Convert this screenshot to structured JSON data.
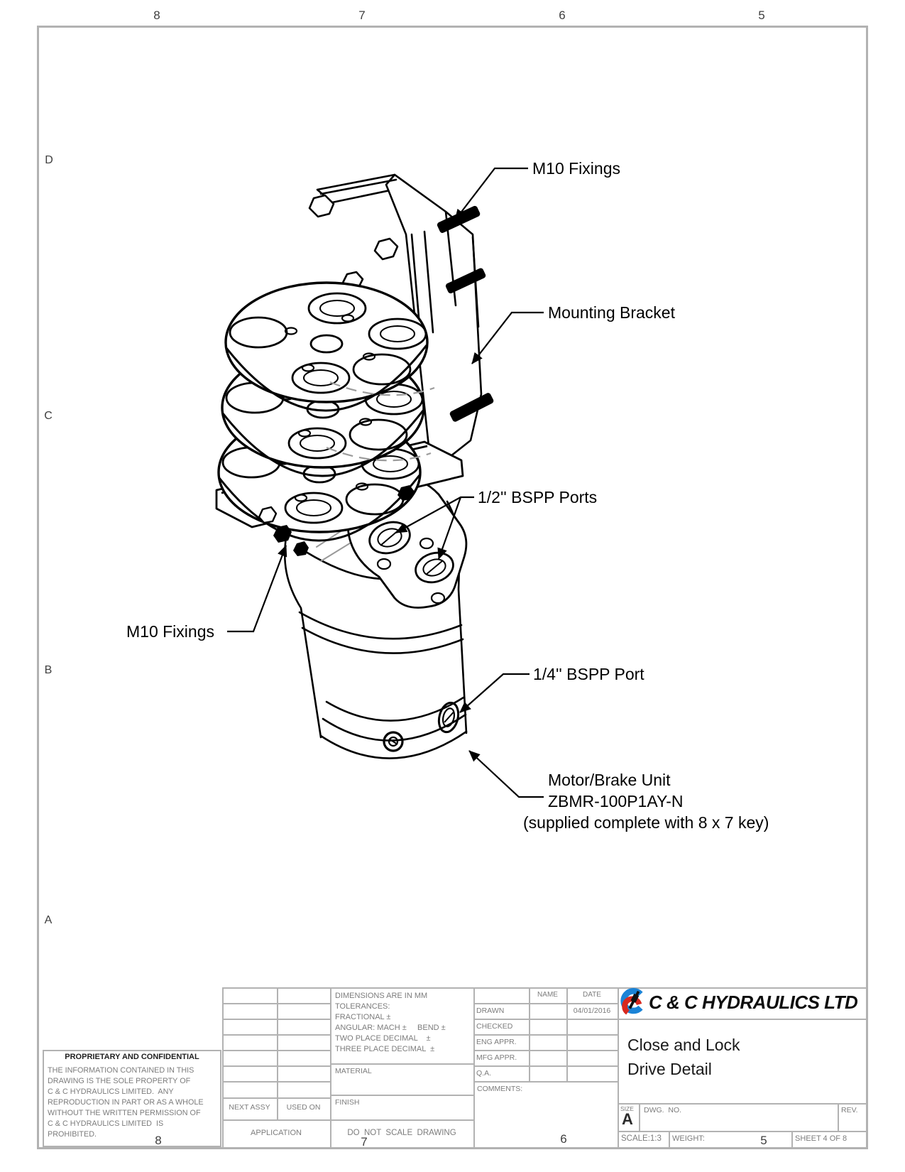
{
  "grid_labels": {
    "top": [
      "8",
      "7",
      "6",
      "5"
    ],
    "bottom": [
      "8",
      "7",
      "6",
      "5"
    ],
    "left": [
      "D",
      "C",
      "B",
      "A"
    ]
  },
  "callouts": {
    "m10_fixings_top": "M10 Fixings",
    "mounting_bracket": "Mounting Bracket",
    "half_bspp_ports": "1/2'' BSPP Ports",
    "m10_fixings_left": "M10 Fixings",
    "quarter_bspp_port": "1/4'' BSPP Port",
    "motor_brake_line1": "Motor/Brake Unit",
    "motor_brake_line2": "ZBMR-100P1AY-N",
    "motor_brake_line3": "(supplied complete with 8 x 7 key)"
  },
  "title_block": {
    "proprietary_heading": "PROPRIETARY AND CONFIDENTIAL",
    "proprietary_lines": [
      "THE INFORMATION CONTAINED IN THIS",
      "DRAWING IS THE SOLE PROPERTY OF",
      "C & C HYDRAULICS LIMITED.  ANY",
      "REPRODUCTION IN PART OR AS A WHOLE",
      "WITHOUT THE WRITTEN PERMISSION OF",
      "C & C HYDRAULICS LIMITED  IS",
      "PROHIBITED."
    ],
    "tolerance_lines": [
      "DIMENSIONS ARE IN MM",
      "TOLERANCES:",
      "FRACTIONAL ±",
      "ANGULAR: MACH ±     BEND ±",
      "TWO PLACE DECIMAL    ±",
      "THREE PLACE DECIMAL  ±"
    ],
    "material_label": "MATERIAL",
    "finish_label": "FINISH",
    "next_assy_label": "NEXT ASSY",
    "used_on_label": "USED ON",
    "application_label": "APPLICATION",
    "do_not_scale_label": "DO  NOT  SCALE  DRAWING",
    "name_header": "NAME",
    "date_header": "DATE",
    "approval_rows": [
      {
        "label": "DRAWN",
        "date": "04/01/2016"
      },
      {
        "label": "CHECKED",
        "date": ""
      },
      {
        "label": "ENG APPR.",
        "date": ""
      },
      {
        "label": "MFG APPR.",
        "date": ""
      },
      {
        "label": "Q.A.",
        "date": ""
      }
    ],
    "comments_label": "COMMENTS:",
    "company_name": "C & C HYDRAULICS LTD",
    "drawing_title_line1": "Close and Lock",
    "drawing_title_line2": "Drive Detail",
    "size_label": "SIZE",
    "size_value": "A",
    "dwg_no_label": "DWG.  NO.",
    "rev_label": "REV.",
    "scale_text": "SCALE:1:3",
    "weight_text": "WEIGHT:",
    "sheet_text": "SHEET 4 OF 8"
  },
  "colors": {
    "logo_blue": "#1b83d6",
    "logo_red": "#d8281e",
    "line_gray": "#b2b2b2",
    "text_gray": "#7c7c7c",
    "ink": "#000000"
  }
}
